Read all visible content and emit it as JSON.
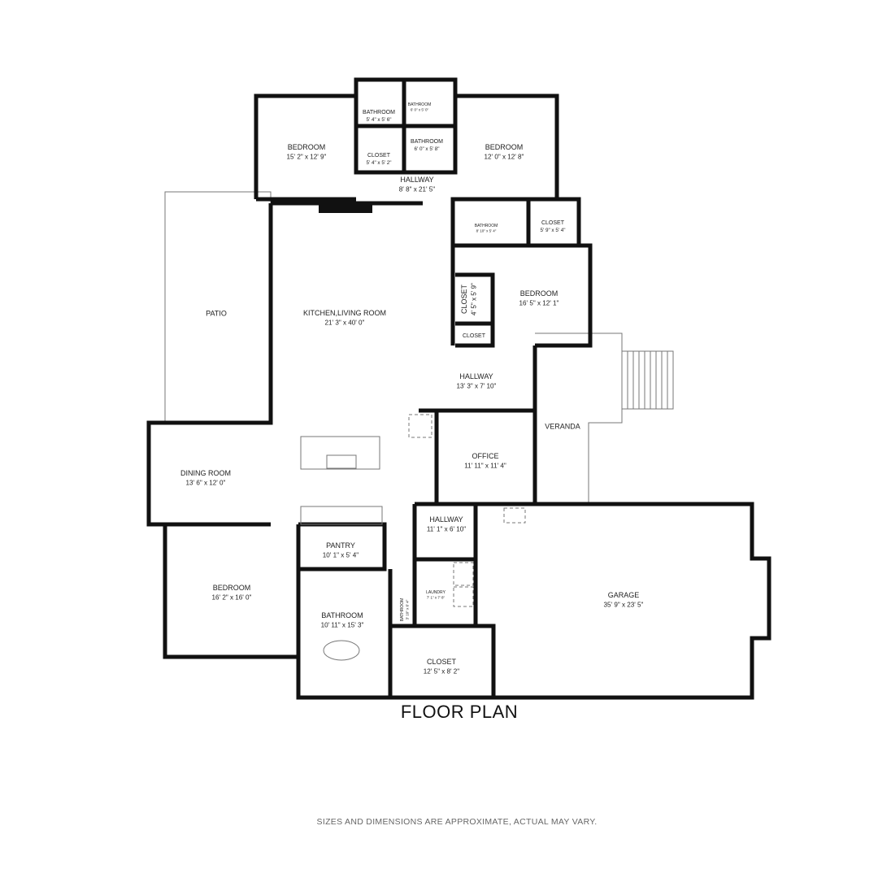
{
  "title": "FLOOR PLAN",
  "disclaimer": "SIZES AND DIMENSIONS ARE APPROXIMATE, ACTUAL MAY VARY.",
  "rooms": [
    {
      "name": "BEDROOM",
      "dims": "15' 2\" x 12' 9\""
    },
    {
      "name": "BATHROOM",
      "dims": "5' 4\" x 5' 6\""
    },
    {
      "name": "CLOSET",
      "dims": "5' 4\" x 5' 2\""
    },
    {
      "name": "BATHROOM",
      "dims": "6' 0\" x 5' 0\""
    },
    {
      "name": "BATHROOM",
      "dims": "6' 0\" x 5' 8\""
    },
    {
      "name": "BEDROOM",
      "dims": "12' 0\" x 12' 8\""
    },
    {
      "name": "HALLWAY",
      "dims": "8' 8\" x 21' 5\""
    },
    {
      "name": "PATIO",
      "dims": ""
    },
    {
      "name": "KITCHEN,LIVING ROOM",
      "dims": "21' 3\" x 40' 0\""
    },
    {
      "name": "BATHROOM",
      "dims": "8' 10\" x 5' 4\""
    },
    {
      "name": "CLOSET",
      "dims": "5' 9\" x 5' 4\""
    },
    {
      "name": "BEDROOM",
      "dims": "16' 5\" x 12' 1\""
    },
    {
      "name": "CLOSET",
      "dims": "4' 5\" x 5' 9\""
    },
    {
      "name": "CLOSET",
      "dims": ""
    },
    {
      "name": "HALLWAY",
      "dims": "13' 3\" x 7' 10\""
    },
    {
      "name": "VERANDA",
      "dims": ""
    },
    {
      "name": "OFFICE",
      "dims": "11' 11\" x 11' 4\""
    },
    {
      "name": "DINING ROOM",
      "dims": "13' 6\" x 12' 0\""
    },
    {
      "name": "BEDROOM",
      "dims": "16' 2\" x 16' 0\""
    },
    {
      "name": "PANTRY",
      "dims": "10' 1\" x 5' 4\""
    },
    {
      "name": "BATHROOM",
      "dims": "10' 11\" x 15' 3\""
    },
    {
      "name": "HALLWAY",
      "dims": "11' 1\" x 6' 10\""
    },
    {
      "name": "LAUNDRY",
      "dims": "7' 1\" x 7' 8\""
    },
    {
      "name": "BATHROOM",
      "dims": "3' 10\" x 6' 4\""
    },
    {
      "name": "CLOSET",
      "dims": "12' 5\" x 8' 2\""
    },
    {
      "name": "GARAGE",
      "dims": "35' 9\" x 23' 5\""
    }
  ]
}
